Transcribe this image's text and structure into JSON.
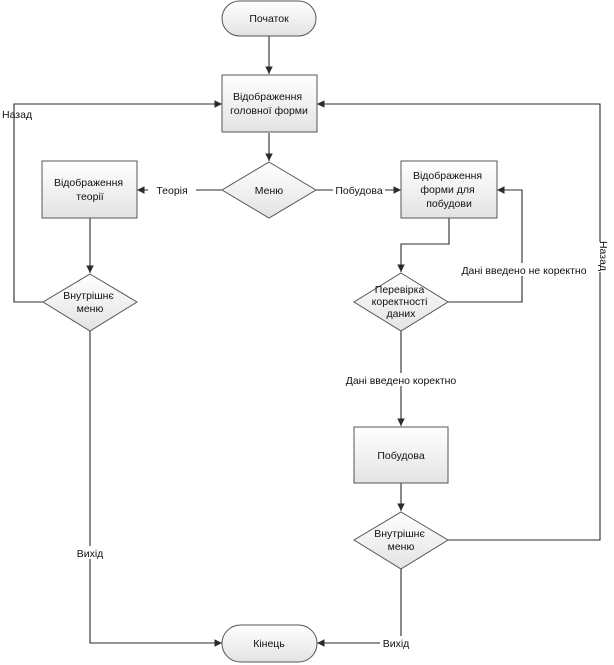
{
  "diagram": {
    "nodes": {
      "start": {
        "text": [
          "Початок"
        ]
      },
      "main_form": {
        "text": [
          "Відображення",
          "головної форми"
        ]
      },
      "menu": {
        "text": [
          "Меню"
        ]
      },
      "theory": {
        "text": [
          "Відображення",
          "теорії"
        ]
      },
      "build_form": {
        "text": [
          "Відображення",
          "форми для",
          "побудови"
        ]
      },
      "inner_menu_left": {
        "text": [
          "Внутрішнє",
          "меню"
        ]
      },
      "check": {
        "text": [
          "Перевірка",
          "коректності",
          "даних"
        ]
      },
      "build": {
        "text": [
          "Побудова"
        ]
      },
      "inner_menu_right": {
        "text": [
          "Внутрішнє",
          "меню"
        ]
      },
      "end": {
        "text": [
          "Кінець"
        ]
      }
    },
    "edge_labels": {
      "theory": "Теорія",
      "build": "Побудова",
      "back_left": "Назад",
      "back_right": "Назад",
      "incorrect": "Дані введено не коректно",
      "correct": "Дані введено коректно",
      "exit_left": "Вихід",
      "exit_right": "Вихід"
    }
  }
}
